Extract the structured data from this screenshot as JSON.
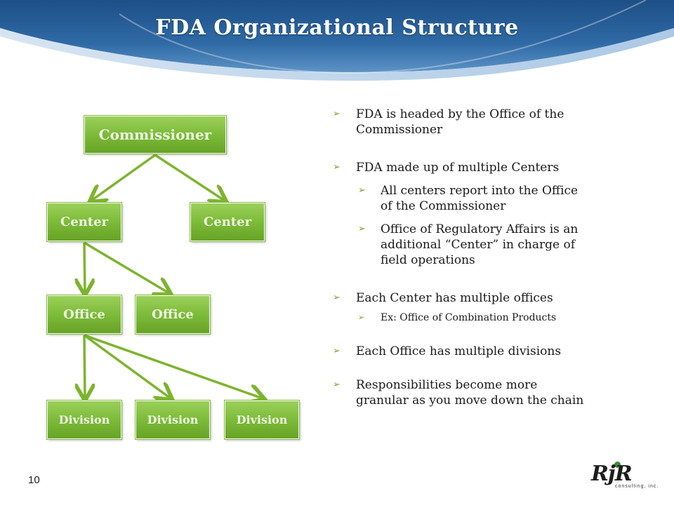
{
  "header": {
    "title": "FDA Organizational Structure",
    "colors": {
      "dark": "#1d4f86",
      "mid": "#3f7fba",
      "light": "#d9e7f3"
    }
  },
  "org_chart": {
    "box_color": "#7dbb3a",
    "connector_color": "#7db42e",
    "commissioner": "Commissioner",
    "centers": [
      "Center",
      "Center"
    ],
    "offices": [
      "Office",
      "Office"
    ],
    "divisions": [
      "Division",
      "Division",
      "Division"
    ]
  },
  "bullets": [
    {
      "level": 1,
      "text_lines": [
        "FDA is headed by the Office of the",
        "Commissioner"
      ]
    },
    {
      "level": 1,
      "text_lines": [
        "FDA made up of multiple Centers"
      ]
    },
    {
      "level": 2,
      "text_lines": [
        "All centers report into the Office",
        "of the Commissioner"
      ]
    },
    {
      "level": 2,
      "text_lines": [
        "Office of Regulatory Affairs is an",
        "additional “Center” in charge of",
        "field operations"
      ]
    },
    {
      "level": 1,
      "text_lines": [
        "Each Center has multiple offices"
      ]
    },
    {
      "level": 2,
      "text_lines": [
        "Ex: Office of Combination Products"
      ]
    },
    {
      "level": 1,
      "text_lines": [
        "Each Office has multiple divisions"
      ]
    },
    {
      "level": 1,
      "text_lines": [
        "Responsibilities become more",
        "granular as you move down the chain"
      ]
    }
  ],
  "footer": {
    "page_number": "10",
    "logo_text": "RjR",
    "logo_subtext": "consulting, inc."
  }
}
